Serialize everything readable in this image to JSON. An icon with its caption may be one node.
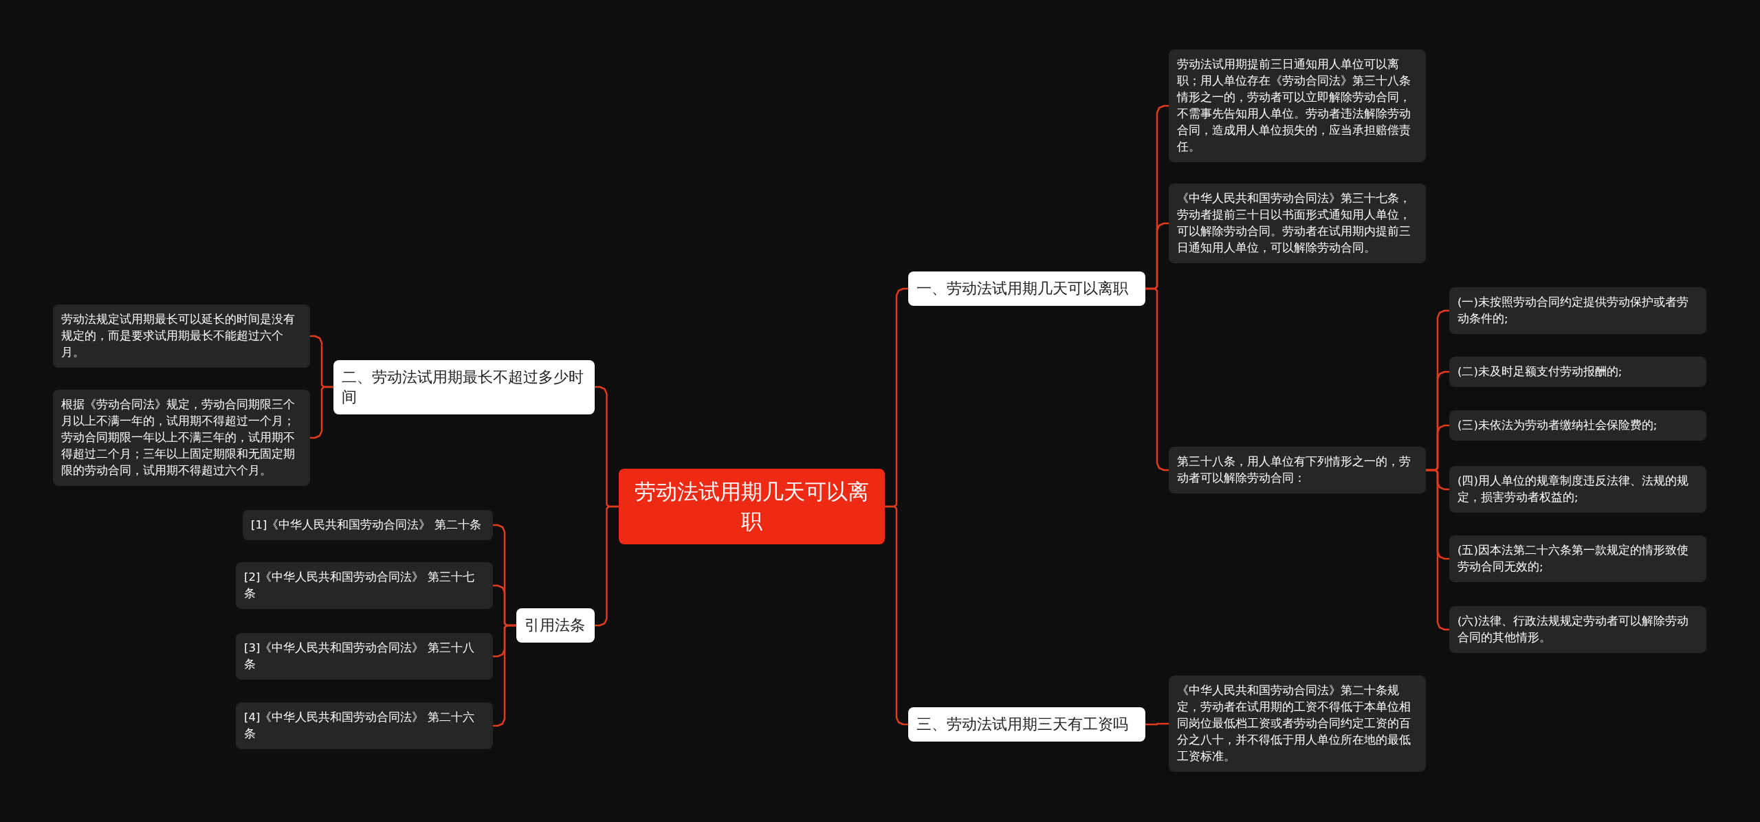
{
  "diagram": {
    "nodes": [
      {
        "text": [
          "劳动法试用期几天可以离职"
        ]
      },
      {
        "text": [
          "一、劳动法试用期几天可以离职"
        ]
      },
      {
        "text": [
          "劳动法试用期提前三日通知用人单位可以离职；用人单位存在《劳动合同法》第三十八条情形之一的，劳动者可以立即解除劳动合同，不需事先告知用人单位。劳动者违法解除劳动合同，造成用人单位损失的，应当承担赔偿责任。"
        ]
      },
      {
        "text": [
          "《中华人民共和国劳动合同法》第三十七条，劳动者提前三十日以书面形式通知用人单位，可以解除劳动合同。劳动者在试用期内提前三日通知用人单位，可以解除劳动合同。"
        ]
      },
      {
        "text": [
          "第三十八条，用人单位有下列情形之一的，劳动者可以解除劳动合同："
        ]
      },
      {
        "text": [
          "(一)未按照劳动合同约定提供劳动保护或者劳动条件的;"
        ]
      },
      {
        "text": [
          "(二)未及时足额支付劳动报酬的;"
        ]
      },
      {
        "text": [
          "(三)未依法为劳动者缴纳社会保险费的;"
        ]
      },
      {
        "text": [
          "(四)用人单位的规章制度违反法律、法规的规定，损害劳动者权益的;"
        ]
      },
      {
        "text": [
          "(五)因本法第二十六条第一款规定的情形致使劳动合同无效的;"
        ]
      },
      {
        "text": [
          "(六)法律、行政法规规定劳动者可以解除劳动合同的其他情形。"
        ]
      },
      {
        "text": [
          "三、劳动法试用期三天有工资吗"
        ]
      },
      {
        "text": [
          "《中华人民共和国劳动合同法》第二十条规定，劳动者在试用期的工资不得低于本单位相同岗位最低档工资或者劳动合同约定工资的百分之八十，并不得低于用人单位所在地的最低工资标准。"
        ]
      },
      {
        "text": [
          "二、劳动法试用期最长不超过多少时间"
        ]
      },
      {
        "text": [
          "劳动法规定试用期最长可以延长的时间是没有规定的，而是要求试用期最长不能超过六个月。"
        ]
      },
      {
        "text": [
          "根据《劳动合同法》规定，劳动合同期限三个月以上不满一年的，试用期不得超过一个月；劳动合同期限一年以上不满三年的，试用期不得超过二个月；三年以上固定期限和无固定期限的劳动合同，试用期不得超过六个月。"
        ]
      },
      {
        "text": [
          "引用法条"
        ]
      },
      {
        "text": [
          "[1]《中华人民共和国劳动合同法》 第二十条"
        ]
      },
      {
        "text": [
          "[2]《中华人民共和国劳动合同法》 第三十七条"
        ]
      },
      {
        "text": [
          "[3]《中华人民共和国劳动合同法》 第三十八条"
        ]
      },
      {
        "text": [
          "[4]《中华人民共和国劳动合同法》 第二十六条"
        ]
      }
    ],
    "edges": [
      {
        "from": 0,
        "to": 1,
        "arrow": "none"
      },
      {
        "from": 1,
        "to": 2,
        "arrow": "none"
      },
      {
        "from": 1,
        "to": 3,
        "arrow": "none"
      },
      {
        "from": 1,
        "to": 4,
        "arrow": "none"
      },
      {
        "from": 4,
        "to": 5,
        "arrow": "none"
      },
      {
        "from": 4,
        "to": 6,
        "arrow": "none"
      },
      {
        "from": 4,
        "to": 7,
        "arrow": "none"
      },
      {
        "from": 4,
        "to": 8,
        "arrow": "none"
      },
      {
        "from": 4,
        "to": 9,
        "arrow": "none"
      },
      {
        "from": 4,
        "to": 10,
        "arrow": "none"
      },
      {
        "from": 0,
        "to": 11,
        "arrow": "none"
      },
      {
        "from": 11,
        "to": 12,
        "arrow": "none"
      },
      {
        "from": 0,
        "to": 13,
        "arrow": "none"
      },
      {
        "from": 13,
        "to": 14,
        "arrow": "none"
      },
      {
        "from": 13,
        "to": 15,
        "arrow": "none"
      },
      {
        "from": 0,
        "to": 16,
        "arrow": "none"
      },
      {
        "from": 16,
        "to": 17,
        "arrow": "none"
      },
      {
        "from": 16,
        "to": 18,
        "arrow": "none"
      },
      {
        "from": 16,
        "to": 19,
        "arrow": "none"
      },
      {
        "from": 16,
        "to": 20,
        "arrow": "none"
      }
    ]
  }
}
